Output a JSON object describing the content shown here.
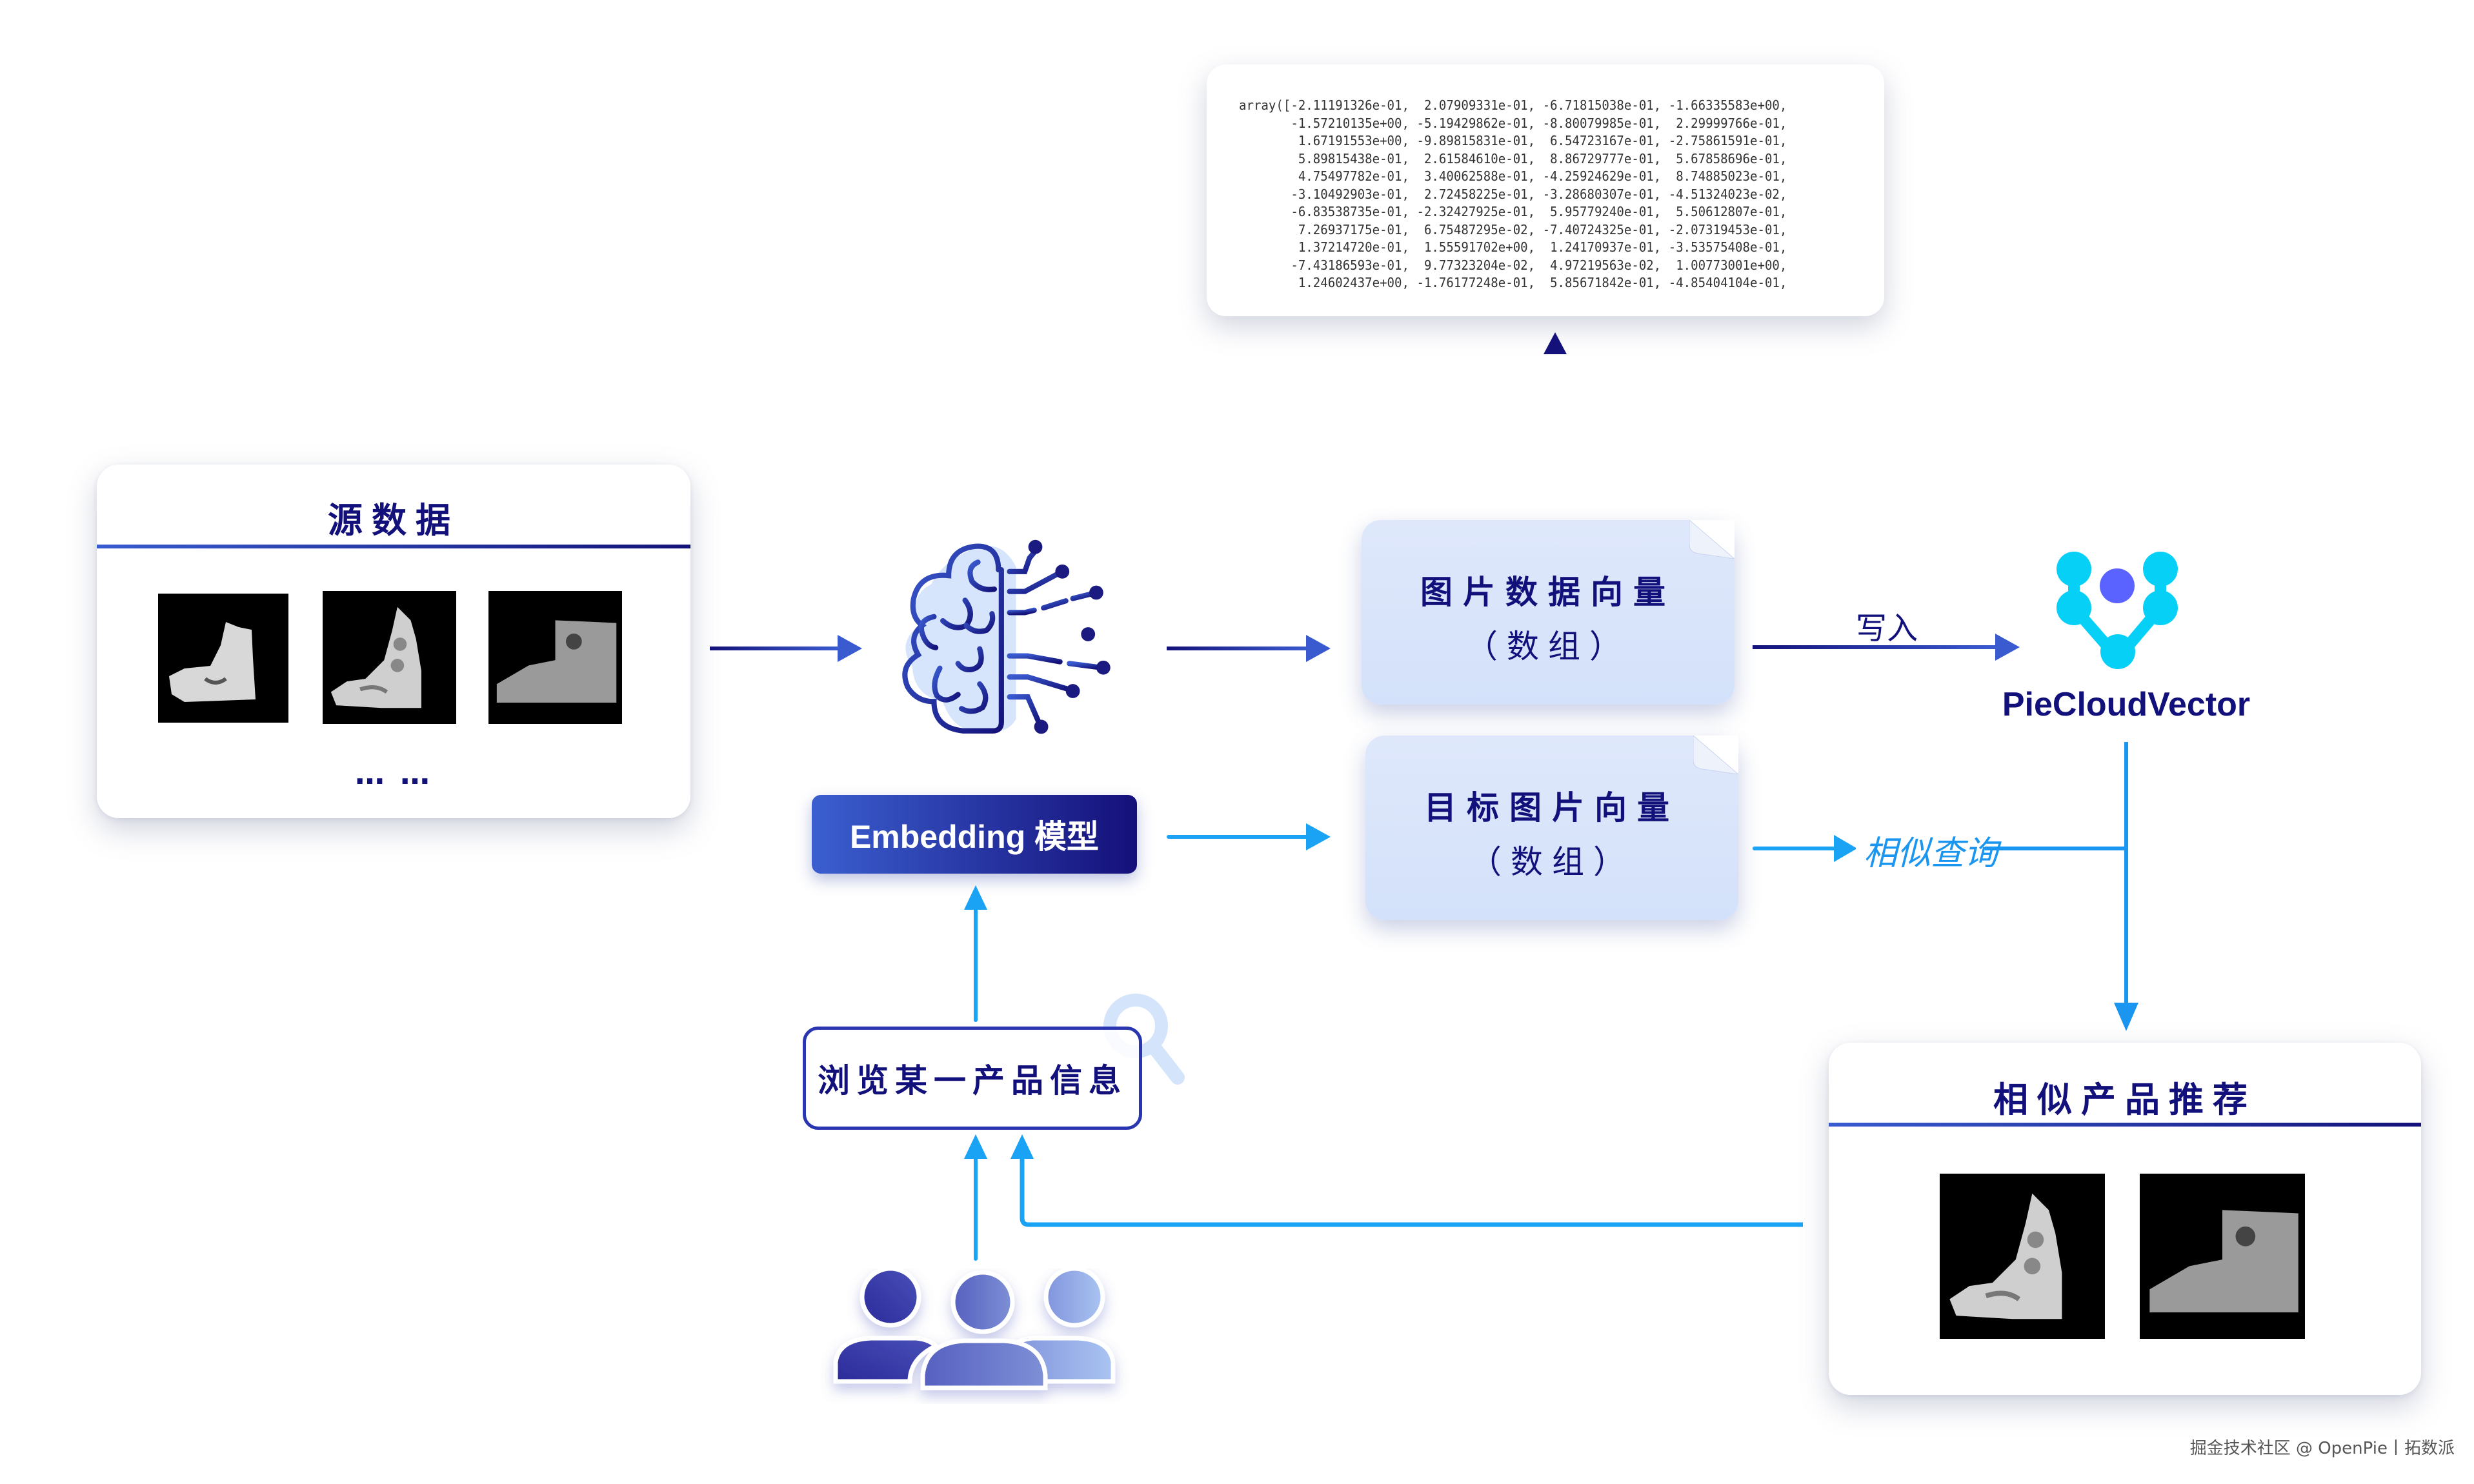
{
  "source_panel": {
    "title": "源数据",
    "images": [
      "ankle-boot-1",
      "ankle-boot-2",
      "ankle-boot-3"
    ],
    "ellipsis": "… …"
  },
  "vector_output": {
    "lines": [
      "array([-2.11191326e-01,  2.07909331e-01, -6.71815038e-01, -1.66335583e+00,",
      "       -1.57210135e+00, -5.19429862e-01, -8.80079985e-01,  2.29999766e-01,",
      "        1.67191553e+00, -9.89815831e-01,  6.54723167e-01, -2.75861591e-01,",
      "        5.89815438e-01,  2.61584610e-01,  8.86729777e-01,  5.67858696e-01,",
      "        4.75497782e-01,  3.40062588e-01, -4.25924629e-01,  8.74885023e-01,",
      "       -3.10492903e-01,  2.72458225e-01, -3.28680307e-01, -4.51324023e-02,",
      "       -6.83538735e-01, -2.32427925e-01,  5.95779240e-01,  5.50612807e-01,",
      "        7.26937175e-01,  6.75487295e-02, -7.40724325e-01, -2.07319453e-01,",
      "        1.37214720e-01,  1.55591702e+00,  1.24170937e-01, -3.53575408e-01,",
      "       -7.43186593e-01,  9.77323204e-02,  4.97219563e-02,  1.00773001e+00,",
      "        1.24602437e+00, -1.76177248e-01,  5.85671842e-01, -4.85404104e-01,"
    ]
  },
  "model": {
    "icon": "brain-circuit-icon",
    "label": "Embedding 模型"
  },
  "image_vector_card": {
    "title": "图片数据向量",
    "subtitle": "（数组）"
  },
  "target_vector_card": {
    "title": "目标图片向量",
    "subtitle": "（数组）"
  },
  "edges": {
    "write_label": "写入",
    "query_label": "相似查询"
  },
  "database": {
    "icon": "piecloudvector-logo-icon",
    "name": "PieCloudVector"
  },
  "recommend_panel": {
    "title": "相似产品推荐",
    "images": [
      "ankle-boot-2",
      "ankle-boot-3"
    ]
  },
  "browse": {
    "label": "浏览某一产品信息",
    "icon": "magnifier-icon"
  },
  "users": {
    "icon": "users-group-icon"
  },
  "colors": {
    "navy": "#12107a",
    "royal": "#3a5bd0",
    "sky": "#1aa3f5",
    "card_blue": "#d9e5fb",
    "logo_cyan": "#07d0f7",
    "logo_violet": "#5a63ff"
  },
  "footer": {
    "credit": "掘金技术社区 @ OpenPie丨拓数派"
  }
}
